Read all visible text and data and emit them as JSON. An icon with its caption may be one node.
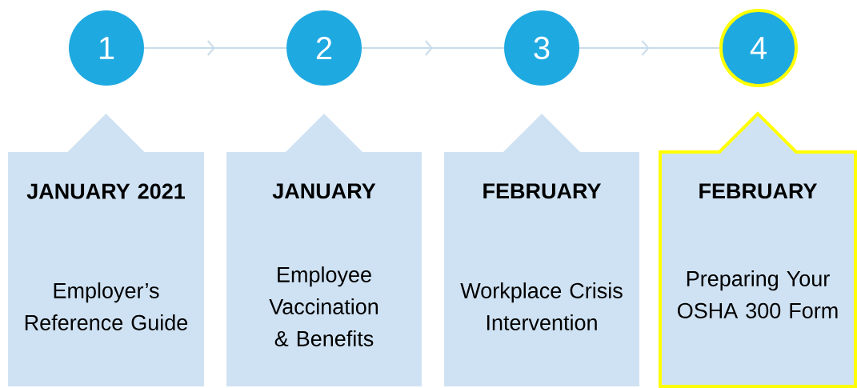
{
  "diagram": {
    "nodes": [
      {
        "text": [
          "1"
        ]
      },
      {
        "text": [
          "2"
        ]
      },
      {
        "text": [
          "3"
        ]
      },
      {
        "text": [
          "4"
        ]
      },
      {
        "text": [
          "JANUARY 2021",
          "Employer’s Reference Guide"
        ]
      },
      {
        "text": [
          "JANUARY",
          "Employee Vaccination & Benefits"
        ]
      },
      {
        "text": [
          "FEBRUARY",
          "Workplace Crisis Intervention"
        ]
      },
      {
        "text": [
          "FEBRUARY",
          "Preparing Your OSHA 300 Form"
        ]
      }
    ],
    "edges": [
      {
        "from": 0,
        "to": 1,
        "arrow": "to"
      },
      {
        "from": 1,
        "to": 2,
        "arrow": "to"
      },
      {
        "from": 2,
        "to": 3,
        "arrow": "to"
      }
    ]
  }
}
